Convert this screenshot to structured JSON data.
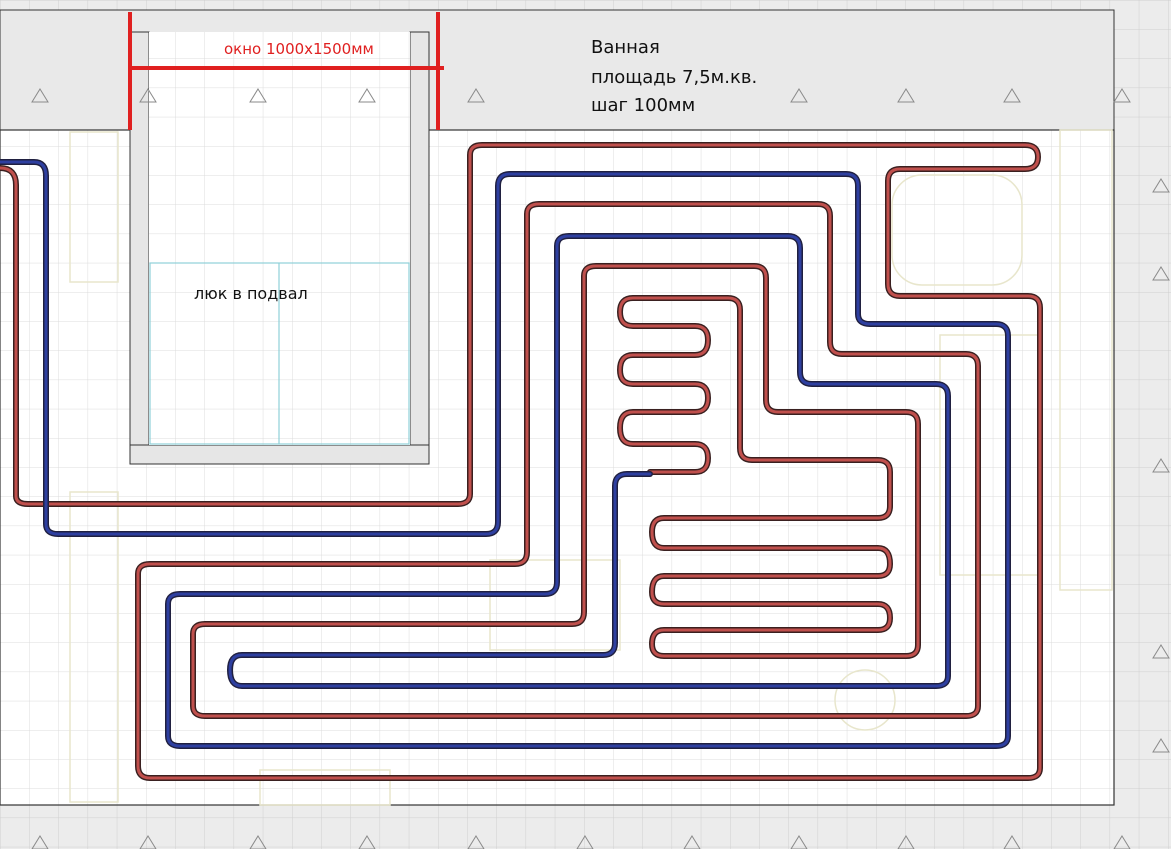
{
  "room": {
    "name": "Ванная",
    "area": "площадь 7,5м.кв.",
    "step": "шаг 100мм"
  },
  "window": {
    "label": "окно 1000х1500мм"
  },
  "hatch": {
    "label": "люк в подвал"
  },
  "colors": {
    "supply": "#c0504d",
    "return": "#2e3fa0",
    "window_marker": "#e02020",
    "grid": "#d9d9d9",
    "wall": "#e6e6e6",
    "outline": "#333333"
  },
  "icons": {
    "marker": "triangle-marker-icon"
  }
}
